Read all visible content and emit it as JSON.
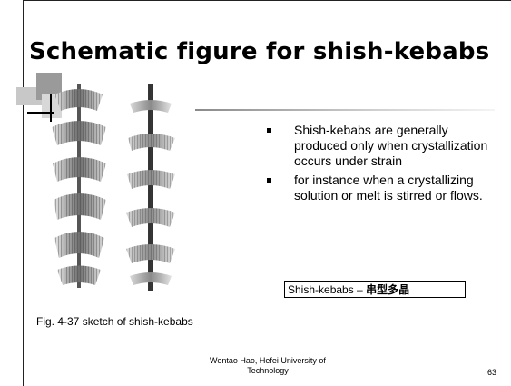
{
  "slide": {
    "title": "Schematic figure for shish-kebabs",
    "bullets": [
      "Shish-kebabs are generally produced only when crystallization occurs under strain",
      "for instance when a crystallizing solution or melt is stirred or flows."
    ],
    "note_label": "Shish-kebabs – ",
    "note_cjk": "串型多晶",
    "caption": "Fig. 4-37 sketch of shish-kebabs",
    "footer_line1": "Wentao Hao, Hefei University of",
    "footer_line2": "Technology",
    "slide_number": "63"
  }
}
